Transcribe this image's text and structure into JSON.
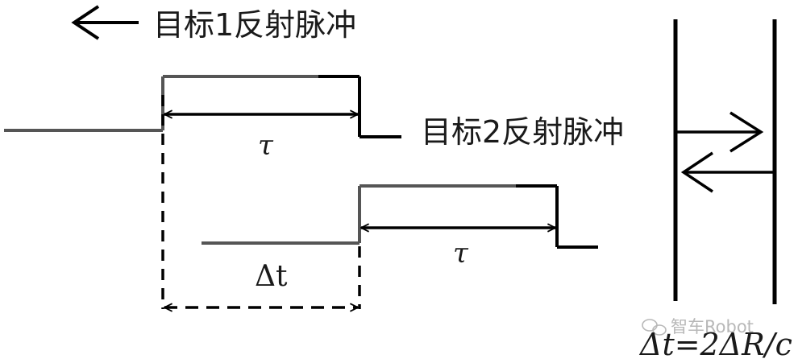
{
  "labels": {
    "pulse1": "目标1反射脉冲",
    "pulse2": "目标2反射脉冲",
    "tau": "τ",
    "delta_t": "Δt",
    "formula": "Δt=2ΔR/c"
  },
  "watermark": {
    "text": "智车Robot",
    "icon": "wechat-icon"
  },
  "colors": {
    "line_black": "#000000",
    "line_gray": "#555555",
    "watermark": "#b8b8b8"
  }
}
